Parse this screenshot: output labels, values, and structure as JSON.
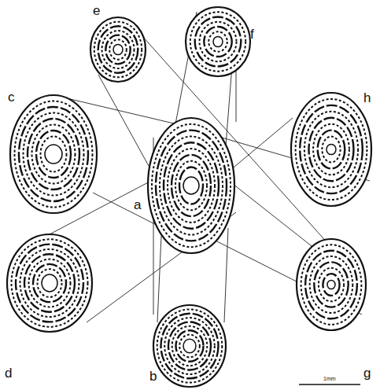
{
  "diagram": {
    "labels": [
      "e",
      "f",
      "c",
      "h",
      "a",
      "d",
      "b",
      "g",
      "1mm"
    ]
  }
}
